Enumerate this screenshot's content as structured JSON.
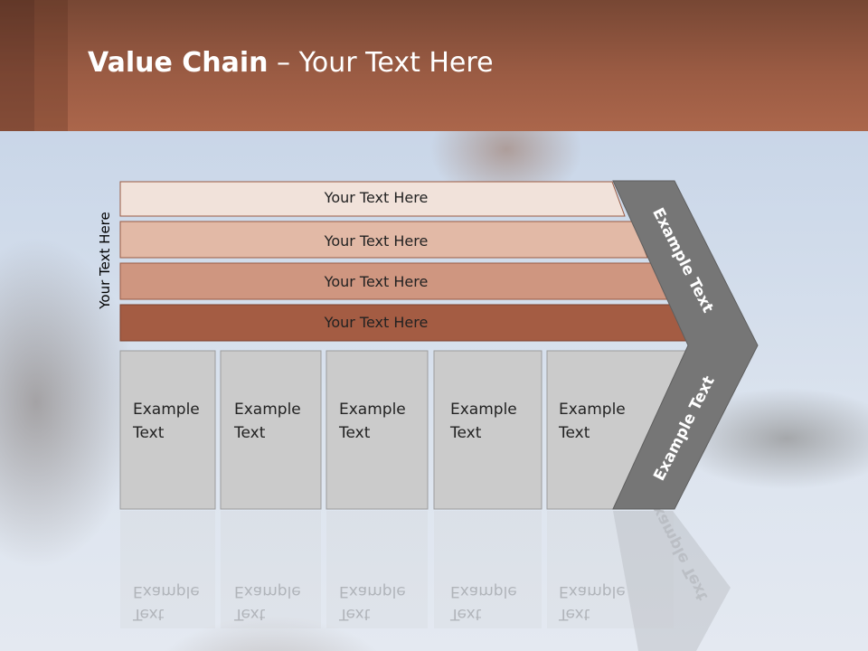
{
  "header": {
    "title_bold": "Value Chain",
    "title_rest": " – Your Text Here"
  },
  "side_label": "Your Text Here",
  "bars": [
    {
      "label": "Your Text Here",
      "color": "#f1e2da"
    },
    {
      "label": "Your Text Here",
      "color": "#e2b9a6"
    },
    {
      "label": "Your Text Here",
      "color": "#cf9680"
    },
    {
      "label": "Your Text Here",
      "color": "#a45c43"
    }
  ],
  "boxes": [
    {
      "line1": "Example",
      "line2": "Text"
    },
    {
      "line1": "Example",
      "line2": "Text"
    },
    {
      "line1": "Example",
      "line2": "Text"
    },
    {
      "line1": "Example",
      "line2": "Text"
    },
    {
      "line1": "Example",
      "line2": "Text"
    }
  ],
  "chevron": {
    "top_label": "Example Text",
    "bottom_label": "Example Text",
    "color": "#767676"
  },
  "colors": {
    "box_fill": "#cbcbcb",
    "header_brown": "#9a5b43"
  }
}
